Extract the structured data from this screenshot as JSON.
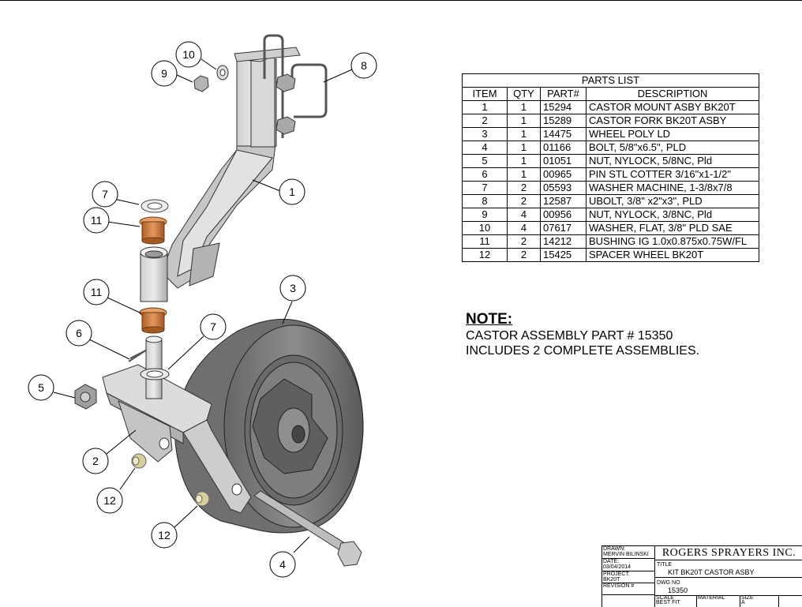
{
  "balloons": {
    "b1": "1",
    "b2": "2",
    "b3": "3",
    "b4": "4",
    "b5": "5",
    "b6": "6",
    "b7a": "7",
    "b7b": "7",
    "b8": "8",
    "b9": "9",
    "b10": "10",
    "b11a": "11",
    "b11b": "11",
    "b12a": "12",
    "b12b": "12"
  },
  "parts_list": {
    "caption": "PARTS LIST",
    "headers": [
      "ITEM",
      "QTY",
      "PART#",
      "DESCRIPTION"
    ],
    "rows": [
      [
        "1",
        "1",
        "15294",
        "CASTOR MOUNT ASBY BK20T"
      ],
      [
        "2",
        "1",
        "15289",
        "CASTOR FORK BK20T ASBY"
      ],
      [
        "3",
        "1",
        "14475",
        "WHEEL POLY LD"
      ],
      [
        "4",
        "1",
        "01166",
        "BOLT, 5/8\"x6.5\", PLD"
      ],
      [
        "5",
        "1",
        "01051",
        "NUT, NYLOCK, 5/8NC, Pld"
      ],
      [
        "6",
        "1",
        "00965",
        "PIN STL COTTER 3/16\"x1-1/2\""
      ],
      [
        "7",
        "2",
        "05593",
        "WASHER MACHINE, 1-3/8x7/8"
      ],
      [
        "8",
        "2",
        "12587",
        "UBOLT, 3/8\" x2\"x3\", PLD"
      ],
      [
        "9",
        "4",
        "00956",
        "NUT, NYLOCK, 3/8NC, Pld"
      ],
      [
        "10",
        "4",
        "07617",
        "WASHER, FLAT, 3/8\" PLD SAE"
      ],
      [
        "11",
        "2",
        "14212",
        "BUSHING IG 1.0x0.875x0.75W/FL"
      ],
      [
        "12",
        "2",
        "15425",
        "SPACER WHEEL BK20T"
      ]
    ]
  },
  "note": {
    "heading": "NOTE:",
    "line1": "CASTOR ASSEMBLY PART # 15350",
    "line2": "INCLUDES 2 COMPLETE ASSEMBLIES."
  },
  "title_block": {
    "drawn_label": "DRAWN:",
    "drawn_value": "MERVIN BILINSKI",
    "date_label": "DATE:",
    "date_value": "03/04/2014",
    "project_label": "PROJECT:",
    "project_value": "BK20T",
    "revision_label": "REVISION #",
    "company": "ROGERS SPRAYERS INC.",
    "title_label": "TITLE",
    "title_value": "KIT BK20T CASTOR ASBY",
    "dwg_label": "DWG NO",
    "dwg_value": "15350",
    "scale_label": "SCALE",
    "scale_value": "BEST FIT",
    "material_label": "MATERIAL",
    "size_label": "SIZE",
    "size_value": "A"
  },
  "colors": {
    "steel_light": "#dcdcdc",
    "steel_mid": "#bdbdbd",
    "steel_dark": "#8e8e8e",
    "tire": "#7d7d7d",
    "tire_dark": "#5e5e5e",
    "bushing": "#c9773b",
    "spacer": "#d8d2a6"
  }
}
